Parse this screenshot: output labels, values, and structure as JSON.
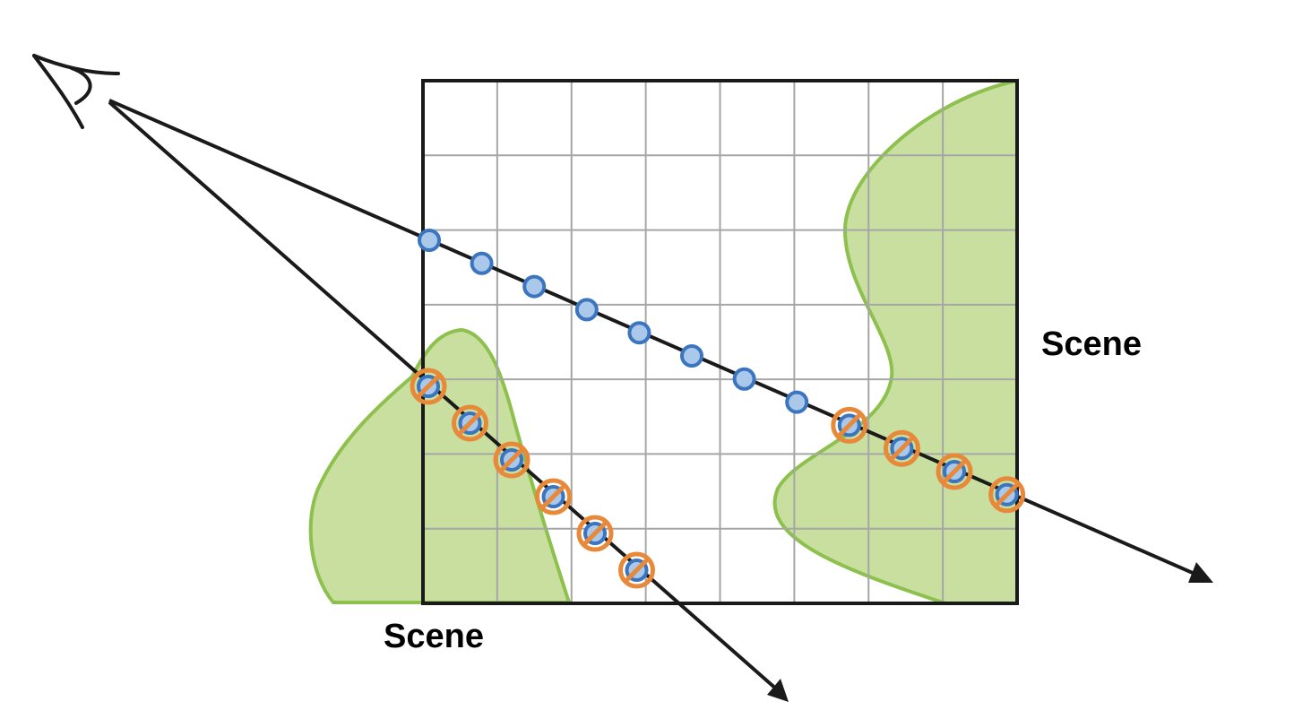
{
  "labels": {
    "scene_right": "Scene",
    "scene_bottom": "Scene"
  },
  "grid": {
    "columns": 8,
    "rows": 7
  },
  "rays": [
    {
      "name": "upper-ray",
      "samples_free": 8,
      "samples_blocked": 4
    },
    {
      "name": "lower-ray",
      "samples_free": 0,
      "samples_blocked": 6
    }
  ],
  "colors": {
    "scene_fill": "#c8dfa0",
    "scene_stroke": "#8dc04d",
    "sample_fill": "#a9c8ea",
    "sample_stroke": "#3b74bf",
    "blocked_ring": "#e8893a",
    "ray": "#1a1a1a",
    "grid": "#a6a6a6",
    "frame": "#1a1a1a"
  },
  "icons": {
    "viewer": "eye-icon",
    "sample": "sample-point-icon",
    "blocked": "blocked-sample-icon",
    "arrow": "arrowhead-icon"
  }
}
